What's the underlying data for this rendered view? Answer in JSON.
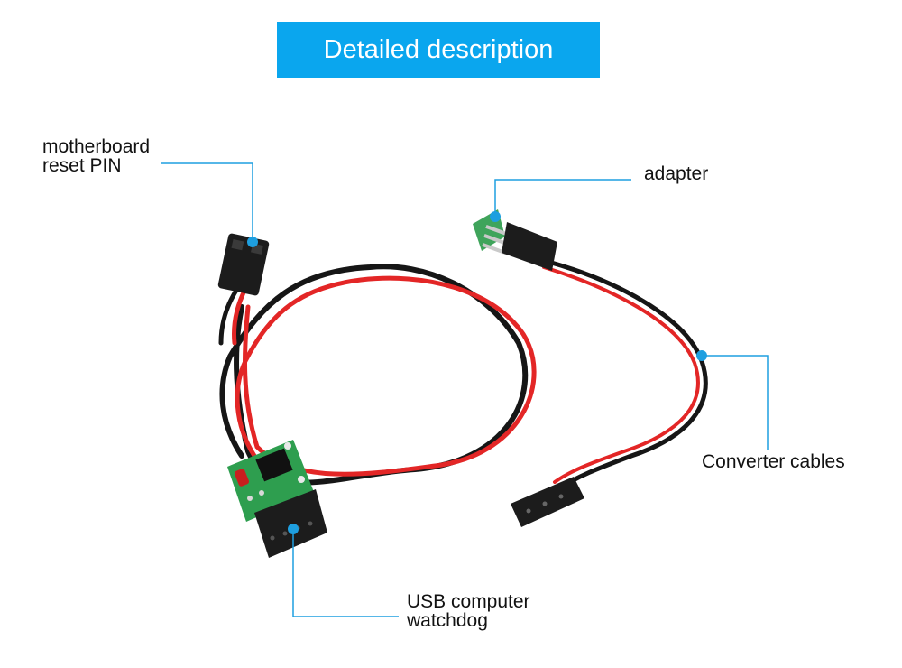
{
  "banner": {
    "title": "Detailed description",
    "color": "#0AA6EE"
  },
  "labels": {
    "reset_pin": {
      "line1": "motherboard",
      "line2": "reset PIN"
    },
    "adapter": {
      "line1": "adapter"
    },
    "converter": {
      "line1": "Converter cables"
    },
    "watchdog": {
      "line1": "USB computer",
      "line2": "watchdog"
    }
  },
  "colors": {
    "leader": "#1E9FE0",
    "wire_red": "#E32626",
    "wire_black": "#161616",
    "pcb_green": "#2E9E4F",
    "connector": "#1c1c1c",
    "pin": "#C9C9C9"
  }
}
